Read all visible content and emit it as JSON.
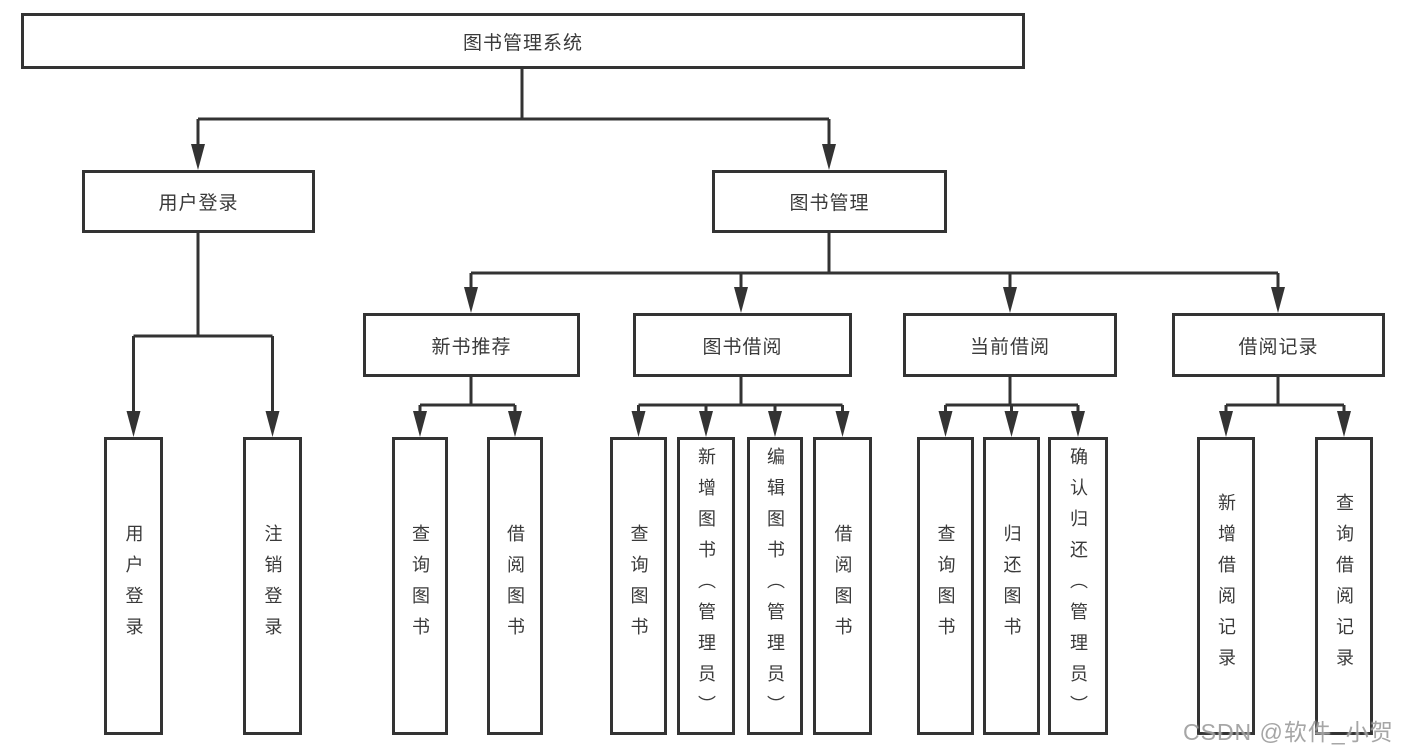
{
  "tree": {
    "label": "图书管理系统",
    "children": [
      {
        "label": "用户登录",
        "children": [
          {
            "label": "用户登录"
          },
          {
            "label": "注销登录"
          }
        ]
      },
      {
        "label": "图书管理",
        "children": [
          {
            "label": "新书推荐",
            "children": [
              {
                "label": "查询图书"
              },
              {
                "label": "借阅图书"
              }
            ]
          },
          {
            "label": "图书借阅",
            "children": [
              {
                "label": "查询图书"
              },
              {
                "label": "新增图书（管理员）"
              },
              {
                "label": "编辑图书（管理员）"
              },
              {
                "label": "借阅图书"
              }
            ]
          },
          {
            "label": "当前借阅",
            "children": [
              {
                "label": "查询图书"
              },
              {
                "label": "归还图书"
              },
              {
                "label": "确认归还（管理员）"
              }
            ]
          },
          {
            "label": "借阅记录",
            "children": [
              {
                "label": "新增借阅记录"
              },
              {
                "label": "查询借阅记录"
              }
            ]
          }
        ]
      }
    ]
  },
  "watermark": "CSDN @软件_小贺同学",
  "colors": {
    "line": "#333333",
    "node_fill": "#ffffff",
    "text": "#3a3a3a",
    "watermark": "#969696"
  }
}
